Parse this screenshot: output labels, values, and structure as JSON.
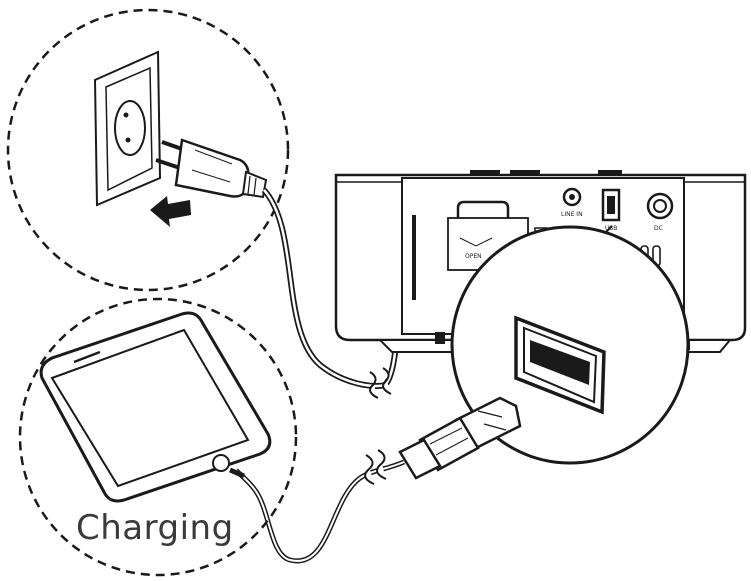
{
  "caption": "Charging",
  "projector_labels": {
    "cover": "OPEN",
    "audio_port": "LINE IN",
    "usb_port": "USB",
    "dc_port": "DC"
  },
  "colors": {
    "line": "#1a1a1a",
    "background": "#ffffff",
    "caption_text": "#3a3a3a"
  },
  "icons": [
    "wall-socket-icon",
    "power-plug-icon",
    "insert-arrow-icon",
    "smartphone-icon",
    "usb-plug-icon",
    "projector-icon"
  ]
}
